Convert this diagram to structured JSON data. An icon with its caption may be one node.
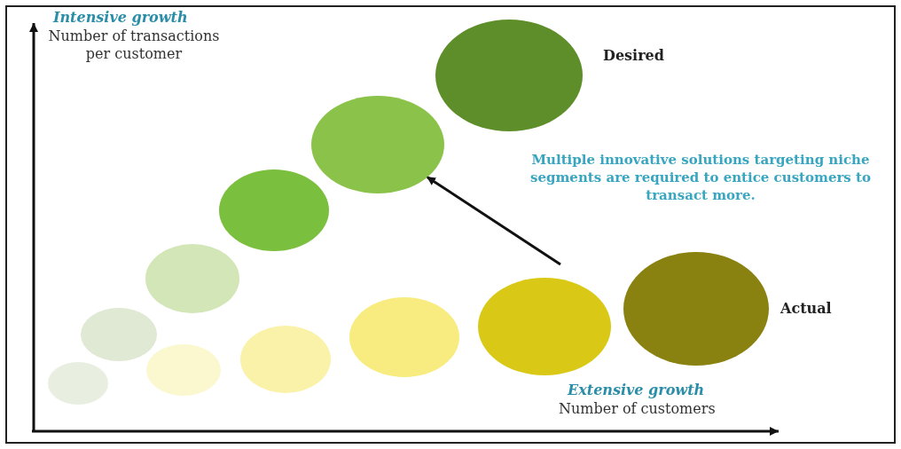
{
  "diagram": {
    "nodes": [
      {
        "text": [],
        "shape": "circle"
      },
      {
        "text": [],
        "shape": "circle"
      },
      {
        "text": [],
        "shape": "circle"
      },
      {
        "text": [],
        "shape": "circle"
      },
      {
        "text": [],
        "shape": "circle"
      },
      {
        "text": [],
        "shape": "circle"
      },
      {
        "text": [],
        "shape": "circle"
      },
      {
        "text": [],
        "shape": "circle"
      },
      {
        "text": [],
        "shape": "circle",
        "beside": [
          "Desired"
        ]
      },
      {
        "text": [],
        "shape": "circle"
      },
      {
        "text": [],
        "shape": "circle",
        "beside": [
          "Actual"
        ]
      }
    ],
    "edges": [
      {
        "from": null,
        "to": 6,
        "arrow": "to"
      }
    ],
    "labels": [
      "Intensive growth",
      "Number of transactions per customer",
      "Multiple innovative solutions targeting niche segments are required to entice customers to transact more.",
      "Extensive growth",
      "Number of customers"
    ]
  }
}
